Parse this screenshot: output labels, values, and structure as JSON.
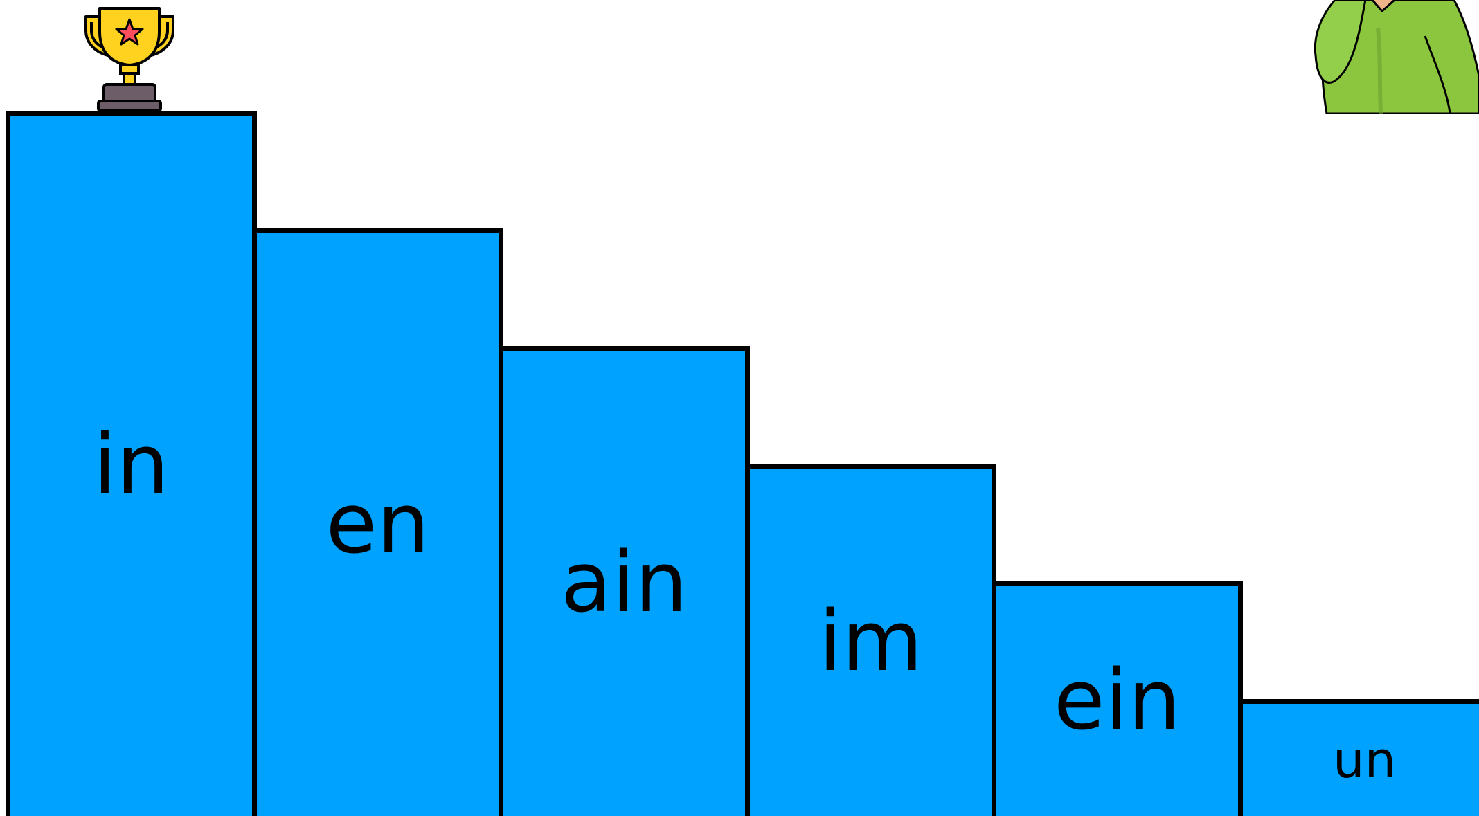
{
  "game": {
    "steps": [
      {
        "label": "in"
      },
      {
        "label": "en"
      },
      {
        "label": "ain"
      },
      {
        "label": "im"
      },
      {
        "label": "ein"
      },
      {
        "label": "un"
      }
    ],
    "trophy": {
      "icon": "trophy-icon",
      "star_icon": "star-icon"
    },
    "character": {
      "icon": "player-character-icon"
    }
  },
  "colors": {
    "step_fill": "#00a2ff",
    "step_border": "#000000",
    "trophy_gold": "#ffd21f",
    "trophy_star": "#ff4f5e",
    "trophy_base": "#6d5d69",
    "character_green": "#8cc63f"
  }
}
